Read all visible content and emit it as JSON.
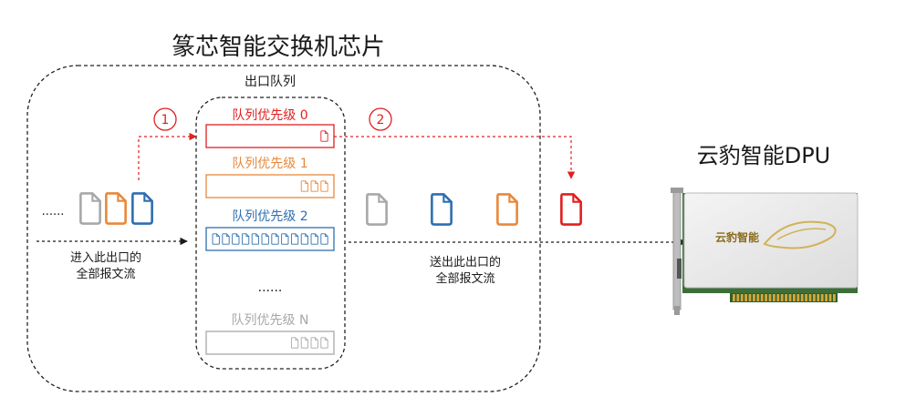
{
  "title": "篆芯智能交换机芯片",
  "queue_group_label": "出口队列",
  "queues": [
    {
      "label": "队列优先级 0",
      "color": "#e02020",
      "packets": 1
    },
    {
      "label": "队列优先级 1",
      "color": "#e8883a",
      "packets": 3
    },
    {
      "label": "队列优先级 2",
      "color": "#2e6fb0",
      "packets": 12
    },
    {
      "label": "队列优先级 N",
      "color": "#a8a8a8",
      "packets": 4
    }
  ],
  "ellipsis_left": "......",
  "ellipsis_middle": "......",
  "ingress_label_line1": "进入此出口的",
  "ingress_label_line2": "全部报文流",
  "egress_label_line1": "送出此出口的",
  "egress_label_line2": "全部报文流",
  "step_1": "1",
  "step_2": "2",
  "dpu_title": "云豹智能DPU",
  "dpu_card_brand": "云豹智能",
  "colors": {
    "red": "#e02020",
    "orange": "#e8883a",
    "blue": "#2e6fb0",
    "gray": "#a8a8a8",
    "dark": "#1a1a1a"
  }
}
